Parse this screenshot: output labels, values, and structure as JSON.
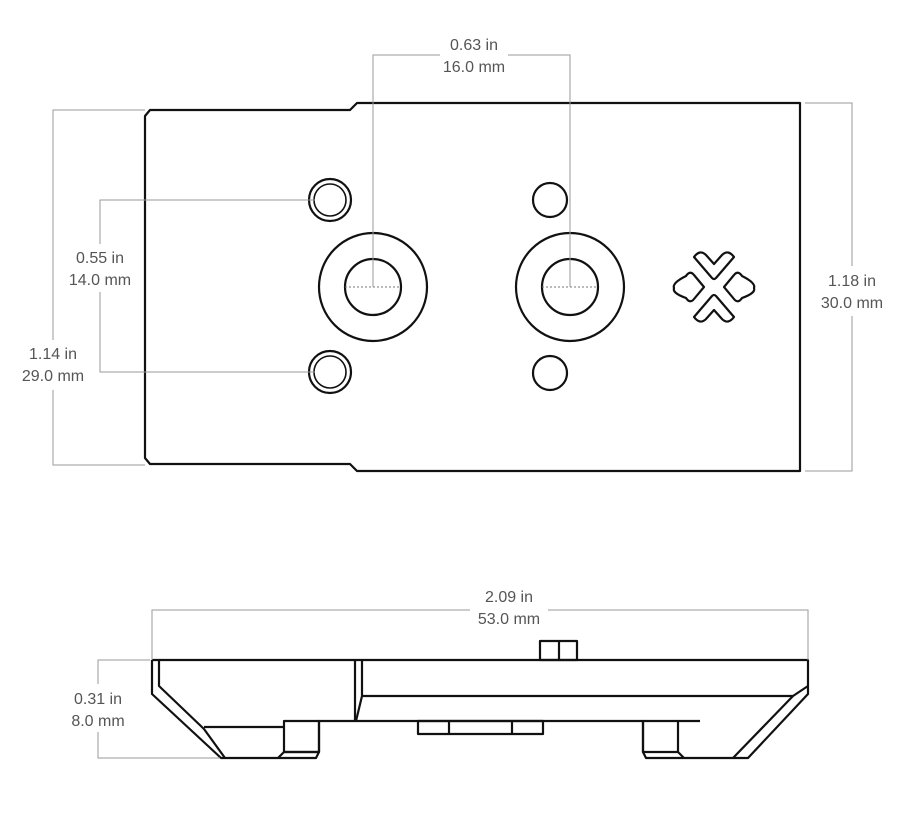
{
  "top_view": {
    "hole_spacing": {
      "imperial": "0.63 in",
      "metric": "16.0 mm"
    },
    "screw_spacing": {
      "imperial": "0.55 in",
      "metric": "14.0 mm"
    },
    "plate_length_left": {
      "imperial": "1.14 in",
      "metric": "29.0 mm"
    },
    "plate_width": {
      "imperial": "1.18 in",
      "metric": "30.0 mm"
    }
  },
  "side_view": {
    "overall_length": {
      "imperial": "2.09 in",
      "metric": "53.0 mm"
    },
    "height": {
      "imperial": "0.31 in",
      "metric": "8.0 mm"
    }
  }
}
